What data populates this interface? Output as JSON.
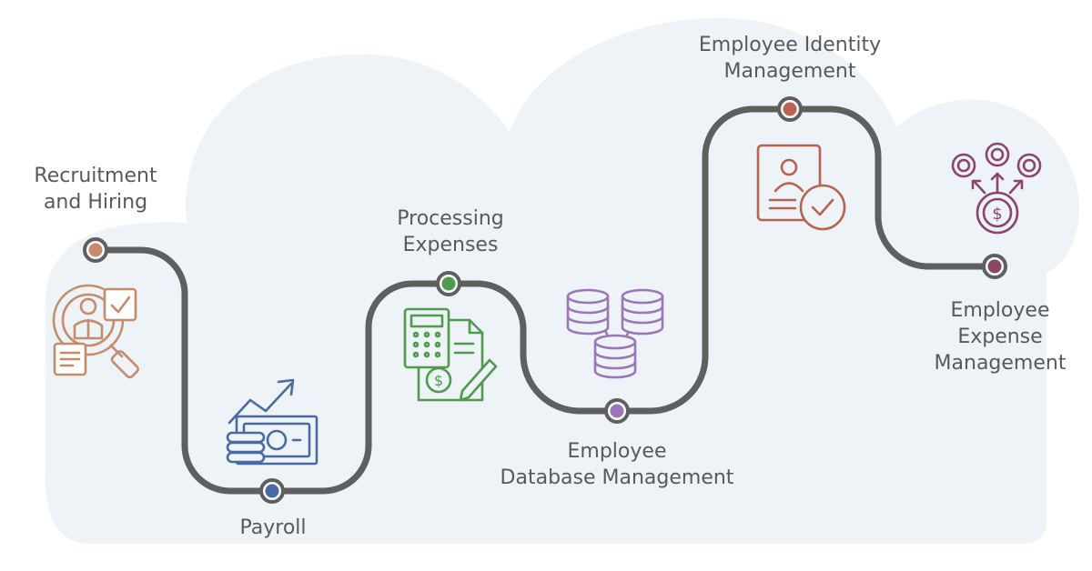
{
  "colors": {
    "cloud": "#edf3f7",
    "path": "#5f5f5f",
    "text": "#555a5e"
  },
  "steps": [
    {
      "id": "recruitment",
      "lines": [
        "Recruitment",
        "and Hiring"
      ],
      "color": "#c58b6b",
      "icon": "recruitment-search-icon"
    },
    {
      "id": "payroll",
      "lines": [
        "Payroll"
      ],
      "color": "#4a6aa6",
      "icon": "payroll-money-icon"
    },
    {
      "id": "processing",
      "lines": [
        "Processing",
        "Expenses"
      ],
      "color": "#4f9a4c",
      "icon": "calculator-invoice-icon"
    },
    {
      "id": "database",
      "lines": [
        "Employee",
        "Database Management"
      ],
      "color": "#9b76b8",
      "icon": "database-icon"
    },
    {
      "id": "identity",
      "lines": [
        "Employee Identity",
        "Management"
      ],
      "color": "#b8624f",
      "icon": "id-card-check-icon"
    },
    {
      "id": "expense",
      "lines": [
        "Employee",
        "Expense",
        "Management"
      ],
      "color": "#8c4567",
      "icon": "expense-targets-icon"
    }
  ]
}
